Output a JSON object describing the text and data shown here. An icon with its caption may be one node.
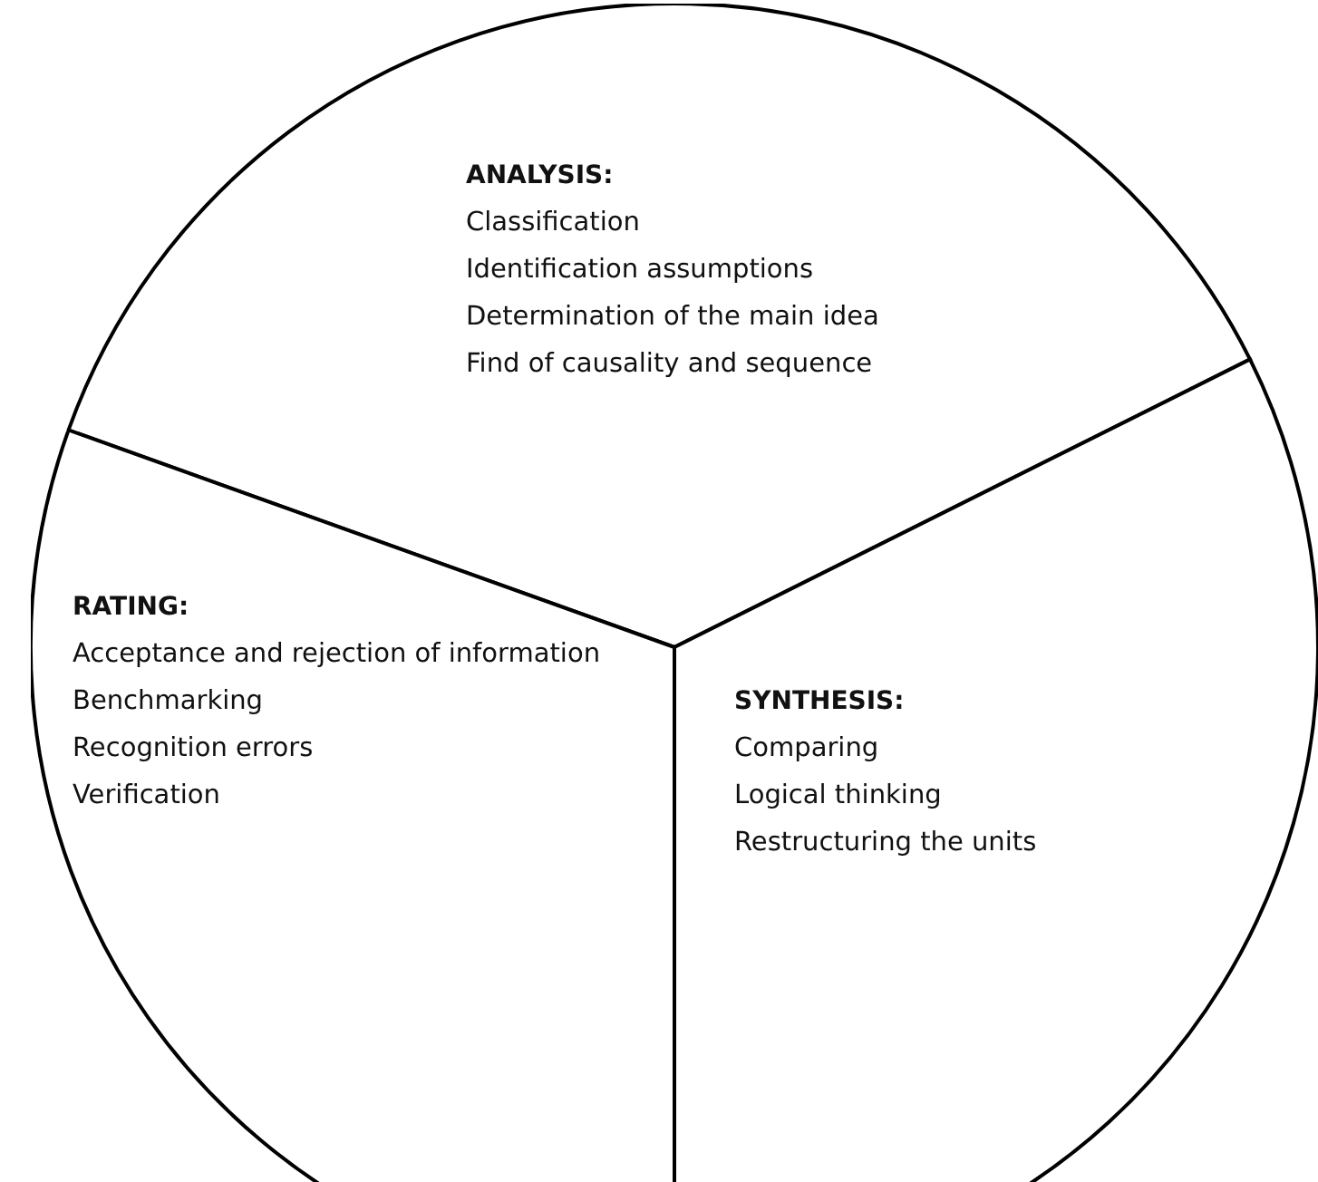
{
  "diagram": {
    "nodes": [
      {
        "text": [
          "ANALYSIS:",
          "Classification",
          "Identification assumptions",
          "Determination of the main idea",
          "Find of causality and sequence"
        ]
      },
      {
        "text": [
          "RATING:",
          "Acceptance and rejection of information",
          "Benchmarking",
          "Recognition errors",
          "Verification"
        ]
      },
      {
        "text": [
          "SYNTHESIS:",
          "Comparing",
          "Logical thinking",
          "Restructuring the units"
        ]
      }
    ]
  }
}
